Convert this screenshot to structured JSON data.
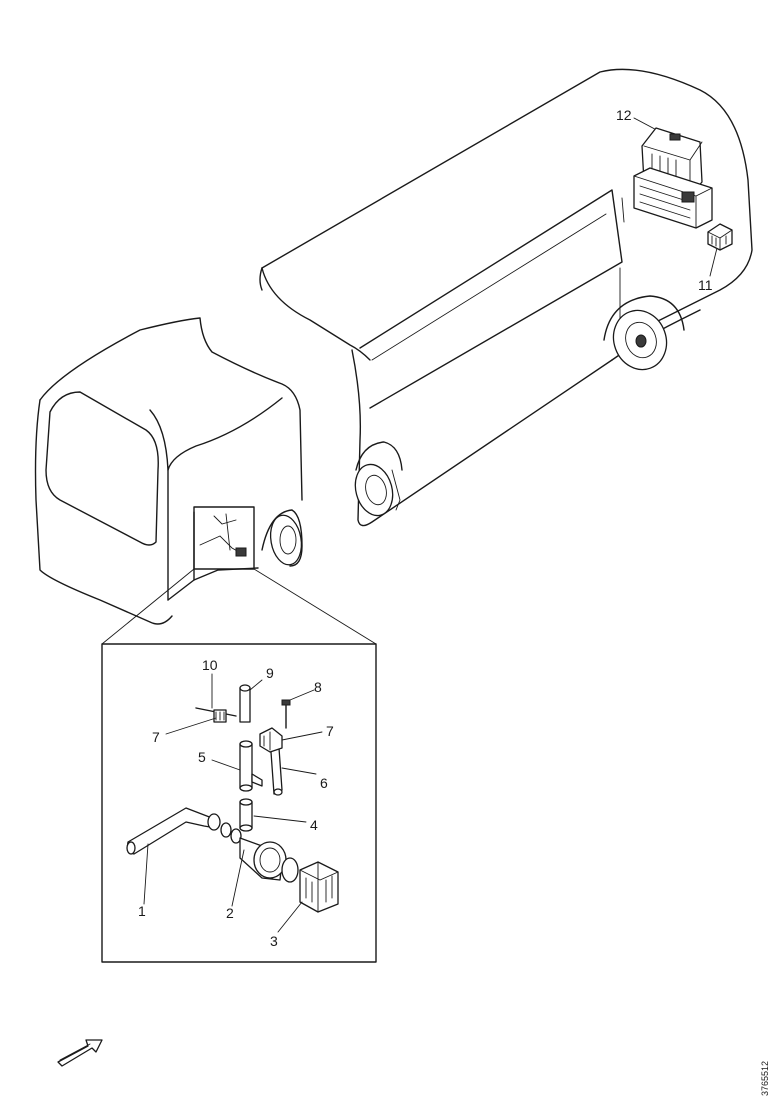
{
  "callouts": {
    "c1": "1",
    "c2": "2",
    "c3": "3",
    "c4": "4",
    "c5": "5",
    "c6": "6",
    "c7a": "7",
    "c7b": "7",
    "c8": "8",
    "c9": "9",
    "c10": "10",
    "c11": "11",
    "c12": "12"
  },
  "drawing_code": "3765512",
  "icons": {
    "direction": "arrow-icon"
  }
}
